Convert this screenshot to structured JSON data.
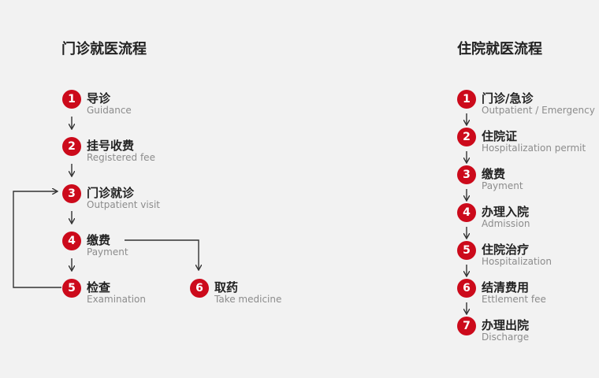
{
  "colors": {
    "accent": "#cc0a1b",
    "line": "#333333"
  },
  "outpatient": {
    "title": "门诊就医流程",
    "steps": [
      {
        "num": "1",
        "label": "导诊",
        "sub": "Guidance"
      },
      {
        "num": "2",
        "label": "挂号收费",
        "sub": "Registered fee"
      },
      {
        "num": "3",
        "label": "门诊就诊",
        "sub": "Outpatient visit"
      },
      {
        "num": "4",
        "label": "缴费",
        "sub": "Payment"
      },
      {
        "num": "5",
        "label": "检查",
        "sub": "Examination"
      },
      {
        "num": "6",
        "label": "取药",
        "sub": "Take medicine"
      }
    ]
  },
  "inpatient": {
    "title": "住院就医流程",
    "steps": [
      {
        "num": "1",
        "label": "门诊/急诊",
        "sub": "Outpatient / Emergency"
      },
      {
        "num": "2",
        "label": "住院证",
        "sub": "Hospitalization permit"
      },
      {
        "num": "3",
        "label": "缴费",
        "sub": "Payment"
      },
      {
        "num": "4",
        "label": "办理入院",
        "sub": "Admission"
      },
      {
        "num": "5",
        "label": "住院治疗",
        "sub": "Hospitalization"
      },
      {
        "num": "6",
        "label": "结清费用",
        "sub": "Ettlement fee"
      },
      {
        "num": "7",
        "label": "办理出院",
        "sub": "Discharge"
      }
    ]
  }
}
